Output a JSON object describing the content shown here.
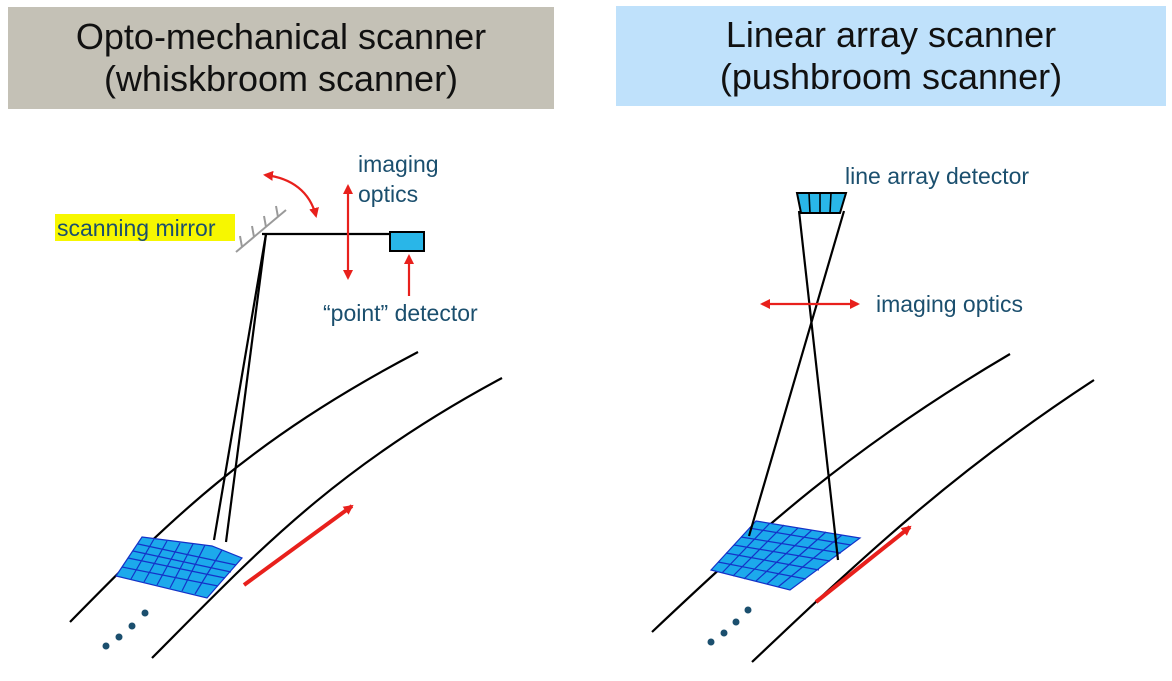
{
  "left_panel": {
    "title_line1": "Opto-mechanical scanner",
    "title_line2": "(whiskbroom scanner)",
    "title_bg": "#c4c1b6",
    "labels": {
      "imaging_line1": "imaging",
      "imaging_line2": "optics",
      "scanning_mirror": "scanning mirror",
      "point_detector": "“point” detector"
    }
  },
  "right_panel": {
    "title_line1": "Linear array scanner",
    "title_line2": "(pushbroom scanner)",
    "title_bg": "#bfe1fb",
    "labels": {
      "line_array_detector": "line array detector",
      "imaging_optics": "imaging optics"
    }
  },
  "colors": {
    "arrow": "#e8201c",
    "detector_fill": "#29b6e8",
    "grid_fill": "#1ca9ec",
    "grid_line": "#1432c8",
    "label_text": "#1b4f6e",
    "highlight": "#f7f700",
    "dots": "#1b4f6e"
  }
}
